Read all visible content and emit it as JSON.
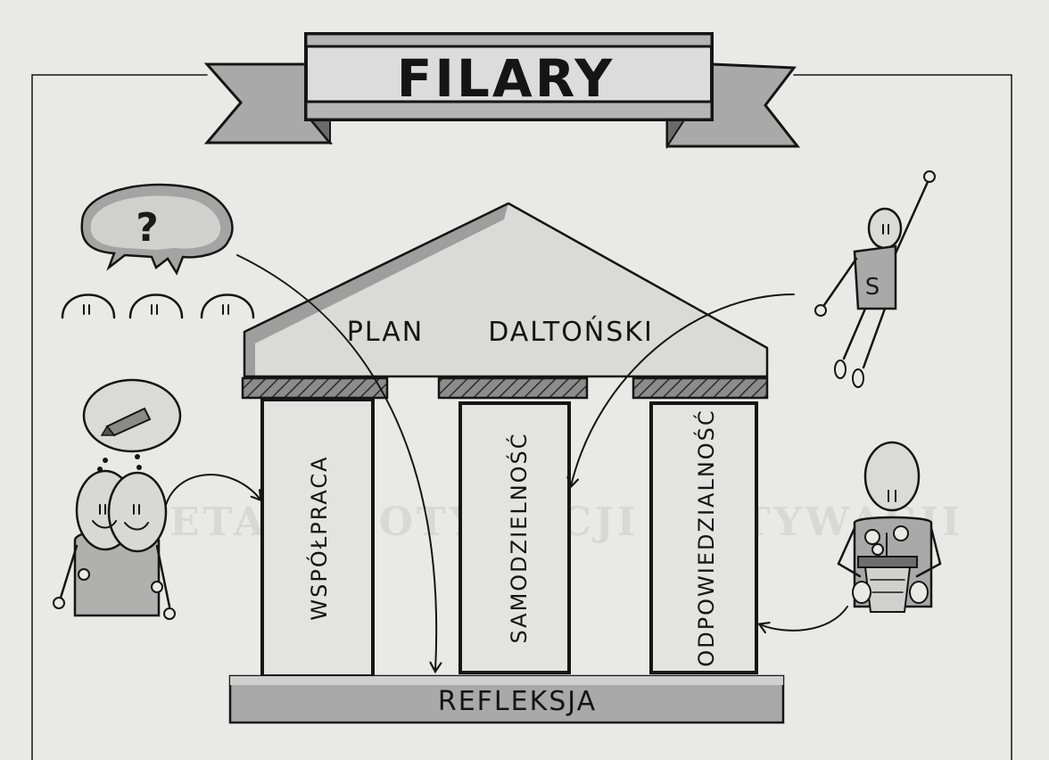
{
  "banner": {
    "title": "FILARY"
  },
  "roof": {
    "left_word": "PLAN",
    "right_word": "DALTOŃSKI"
  },
  "pillars": [
    {
      "label": "WSPÓŁPRACA"
    },
    {
      "label": "SAMODZIELNOŚĆ"
    },
    {
      "label": "ODPOWIEDZIALNOŚĆ"
    }
  ],
  "base": {
    "label": "REFLEKSJA"
  },
  "icons": {
    "question_cloud": "?",
    "superhero_chest": "S"
  }
}
